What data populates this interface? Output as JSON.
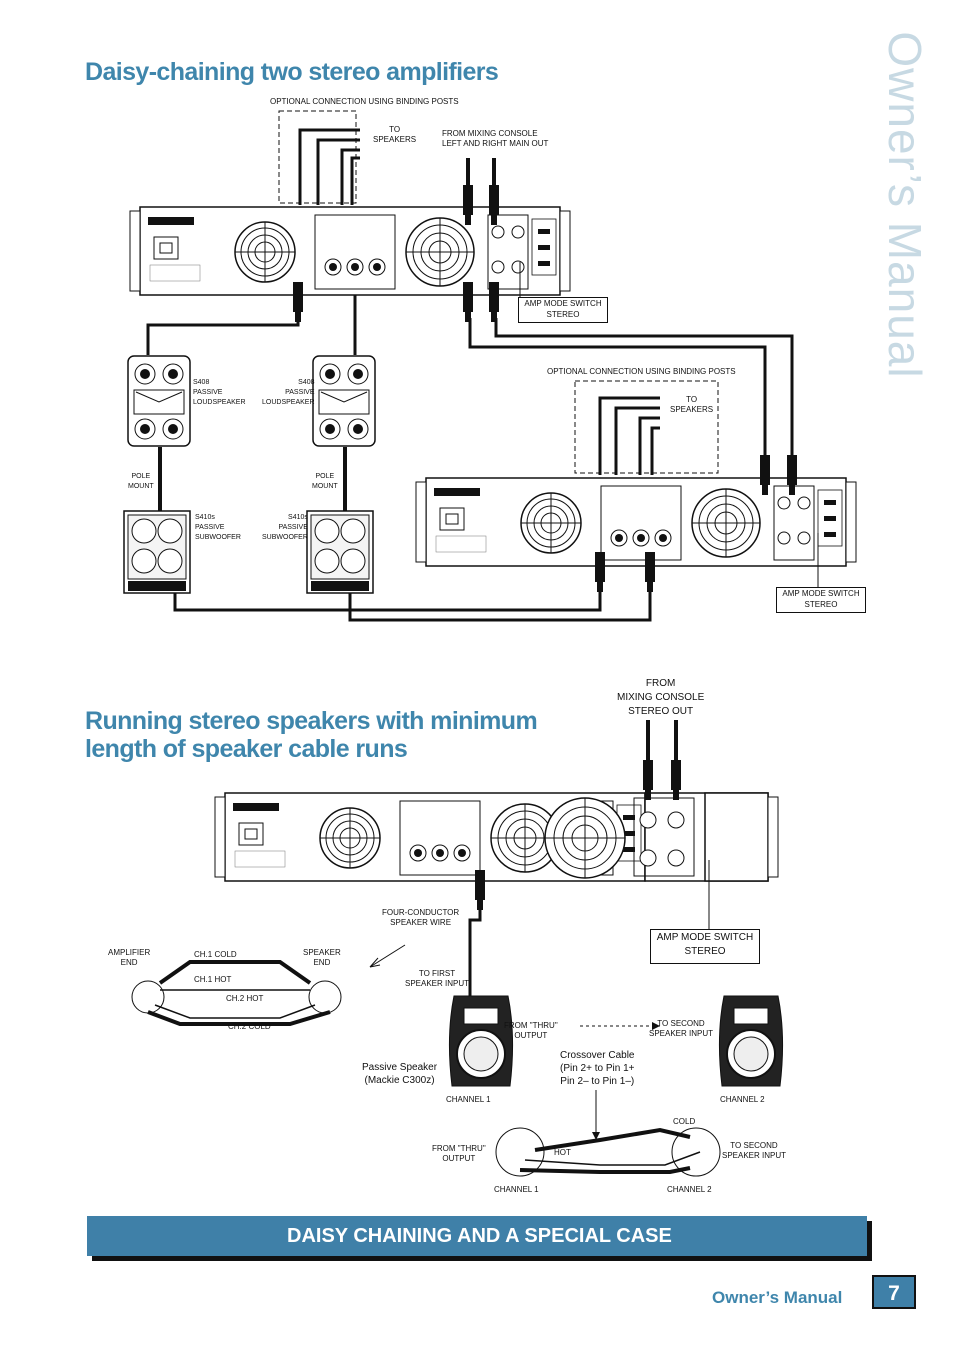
{
  "side_title": "Owner’s Manual",
  "section1": {
    "title": "Daisy-chaining two stereo amplifiers",
    "opt_conn_top": "OPTIONAL CONNECTION USING BINDING POSTS",
    "to_speakers_top": "TO\nSPEAKERS",
    "from_console": "FROM MIXING CONSOLE\nLEFT AND RIGHT MAIN OUT",
    "amp_mode_top": "AMP MODE SWITCH\nSTEREO",
    "opt_conn_mid": "OPTIONAL CONNECTION USING BINDING POSTS",
    "to_speakers_mid": "TO\nSPEAKERS",
    "amp_mode_mid": "AMP MODE SWITCH\nSTEREO",
    "spk1_label": "S408\nPASSIVE\nLOUDSPEAKER",
    "spk2_label": "S408\nPASSIVE\nLOUDSPEAKER",
    "pole1": "POLE\nMOUNT",
    "pole2": "POLE\nMOUNT",
    "sub1_label": "S410s\nPASSIVE\nSUBWOOFER",
    "sub2_label": "S410s\nPASSIVE\nSUBWOOFER"
  },
  "section2": {
    "title_line1": "Running stereo speakers with minimum",
    "title_line2": "length of speaker cable runs",
    "from_console": "FROM\nMIXING CONSOLE\nSTEREO OUT",
    "amp_mode": "AMP MODE SWITCH\nSTEREO",
    "four_conductor": "FOUR-CONDUCTOR\nSPEAKER WIRE",
    "to_first": "TO FIRST\nSPEAKER INPUT",
    "amp_end": "AMPLIFIER\nEND",
    "spk_end": "SPEAKER\nEND",
    "ch1_cold": "CH.1 COLD",
    "ch1_hot": "CH.1 HOT",
    "ch2_hot": "CH.2 HOT",
    "ch2_cold": "CH.2 COLD",
    "from_thru": "FROM \"THRU\"\nOUTPUT",
    "to_second": "TO SECOND\nSPEAKER INPUT",
    "passive": "Passive Speaker\n(Mackie C300z)",
    "crossover": "Crossover Cable\n(Pin 2+ to Pin 1+\nPin 2– to Pin 1–)",
    "channel1": "CHANNEL 1",
    "channel2": "CHANNEL 2",
    "cold": "COLD",
    "hot": "HOT",
    "from_thru2": "FROM \"THRU\"\nOUTPUT",
    "to_second2": "TO SECOND\nSPEAKER INPUT",
    "channel1b": "CHANNEL 1",
    "channel2b": "CHANNEL 2"
  },
  "footer": {
    "banner": "DAISY CHAINING AND A SPECIAL CASE",
    "owners": "Owner’s Manual",
    "page": "7"
  }
}
